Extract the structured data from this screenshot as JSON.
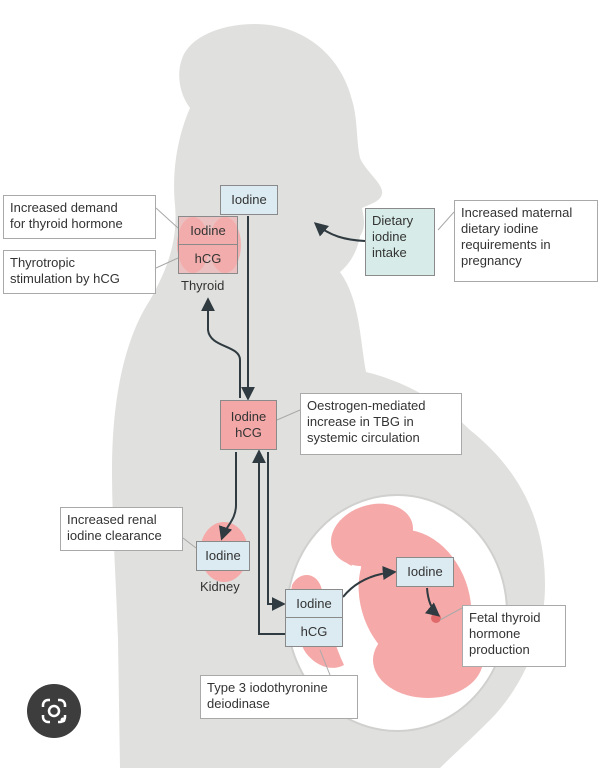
{
  "colors": {
    "silhouette": "#e0e0de",
    "womb_fill": "#ffffff",
    "fetus": "#f6a9a9",
    "organ": "#f6a9a9",
    "pink_box": "#f3a7a7",
    "blue_box": "#dcebf2",
    "green_box": "#d7ece8",
    "arrow": "#2f3b40"
  },
  "labels": {
    "iodine_top": "Iodine",
    "thyroid_iodine": "Iodine",
    "thyroid_hcg": "hCG",
    "thyroid": "Thyroid",
    "demand": [
      "Increased demand",
      "for thyroid hormone"
    ],
    "thyrotropic": [
      "Thyrotropic",
      "stimulation by hCG"
    ],
    "dietary": [
      "Dietary",
      "iodine",
      "intake"
    ],
    "maternal": [
      "Increased maternal",
      "dietary iodine",
      "requirements in",
      "pregnancy"
    ],
    "circ_iodine": "Iodine",
    "circ_hcg": "hCG",
    "oestrogen": [
      "Oestrogen-mediated",
      "increase in TBG in",
      "systemic circulation"
    ],
    "renal": [
      "Increased renal",
      "iodine clearance"
    ],
    "kidney_iodine": "Iodine",
    "kidney": "Kidney",
    "placenta_iodine": "Iodine",
    "placenta_hcg": "hCG",
    "fetal_iodine": "Iodine",
    "fetal_thyroid": [
      "Fetal thyroid",
      "hormone",
      "production"
    ],
    "deiodinase": [
      "Type 3 iodothyronine",
      "deiodinase"
    ]
  },
  "icons": {
    "lens": "lens-search-icon"
  }
}
